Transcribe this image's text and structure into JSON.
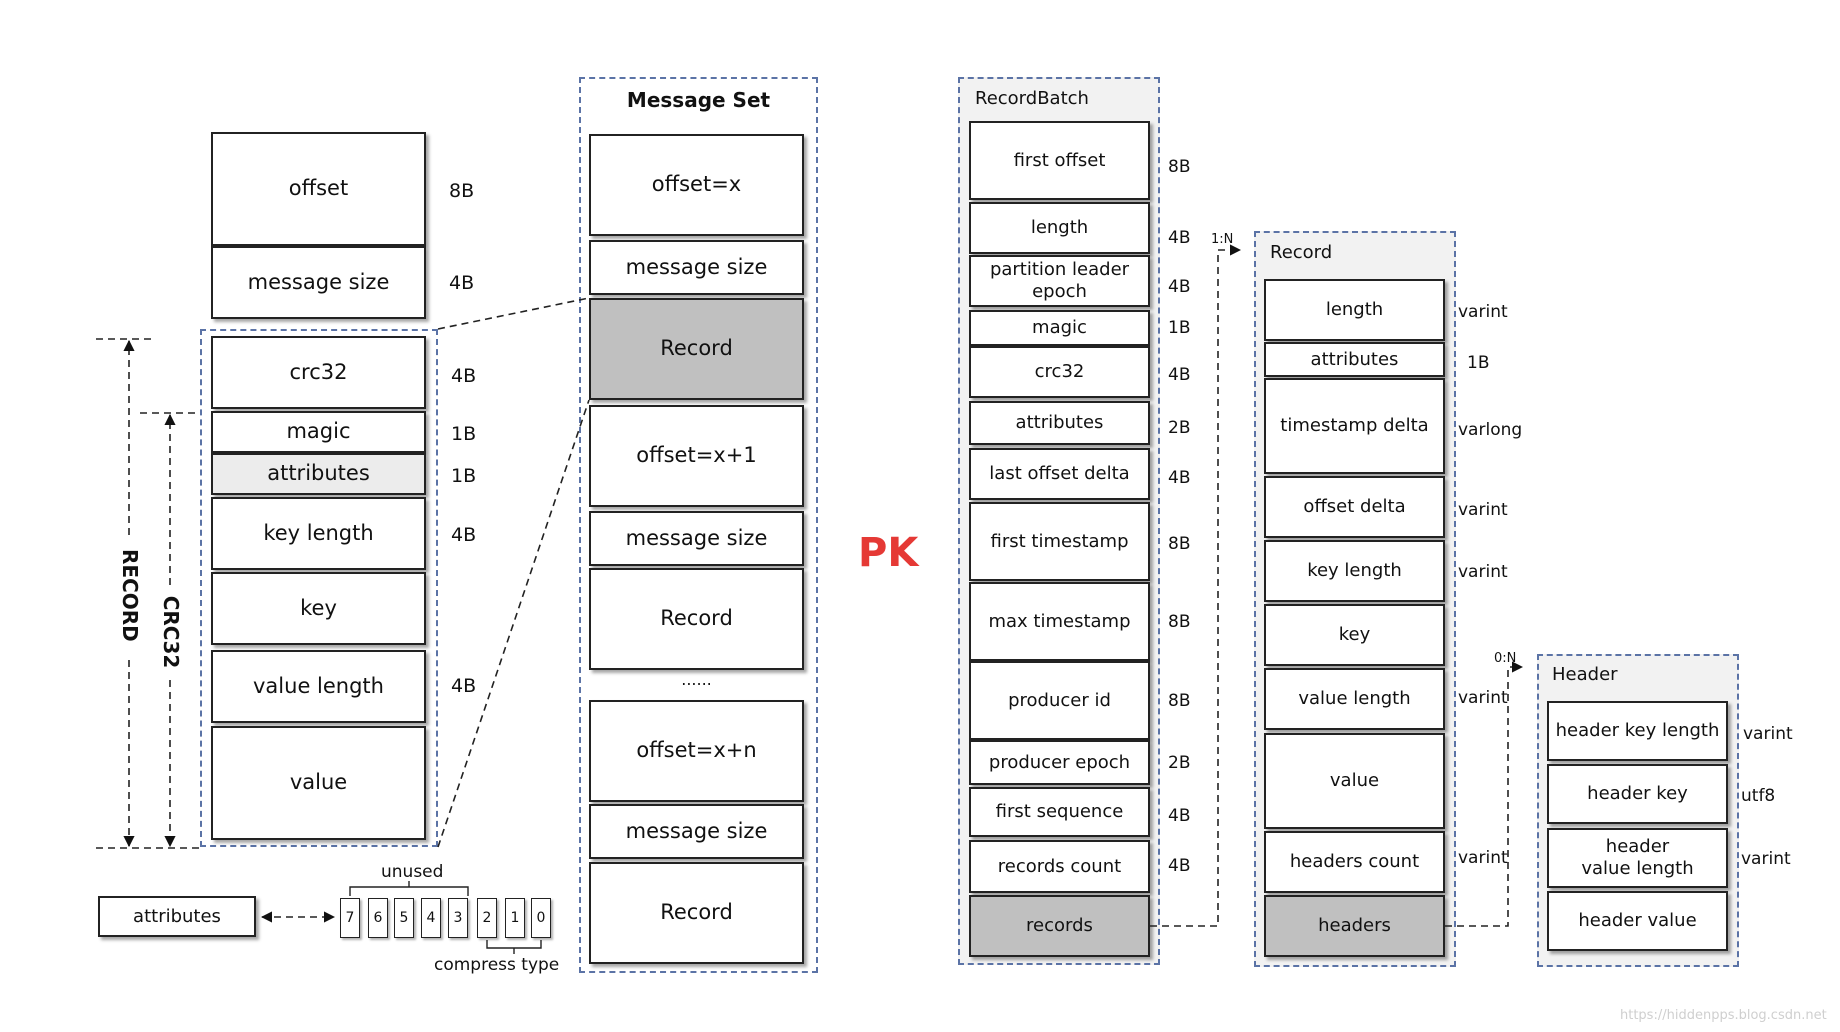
{
  "legacy": {
    "top_fields": [
      {
        "label": "offset",
        "size": "8B"
      },
      {
        "label": "message size",
        "size": "4B"
      }
    ],
    "record_fields": [
      {
        "label": "crc32",
        "size": "4B"
      },
      {
        "label": "magic",
        "size": "1B"
      },
      {
        "label": "attributes",
        "size": "1B"
      },
      {
        "label": "key length",
        "size": "4B"
      },
      {
        "label": "key",
        "size": ""
      },
      {
        "label": "value length",
        "size": "4B"
      },
      {
        "label": "value",
        "size": ""
      }
    ],
    "record_span_label": "RECORD",
    "crc_span_label": "CRC32",
    "attributes_box": "attributes",
    "bits": [
      "7",
      "6",
      "5",
      "4",
      "3",
      "2",
      "1",
      "0"
    ],
    "unused_label": "unused",
    "compress_label": "compress type"
  },
  "message_set": {
    "title": "Message Set",
    "items": [
      "offset=x",
      "message size",
      "Record",
      "offset=x+1",
      "message size",
      "Record",
      "......",
      "offset=x+n",
      "message size",
      "Record"
    ]
  },
  "pk": {
    "text": "PK",
    "color": "#e53935"
  },
  "record_batch": {
    "title": "RecordBatch",
    "fields": [
      {
        "label": "first offset",
        "size": "8B"
      },
      {
        "label": "length",
        "size": "4B"
      },
      {
        "label": "partition leader epoch",
        "size": "4B"
      },
      {
        "label": "magic",
        "size": "1B"
      },
      {
        "label": "crc32",
        "size": "4B"
      },
      {
        "label": "attributes",
        "size": "2B"
      },
      {
        "label": "last offset delta",
        "size": "4B"
      },
      {
        "label": "first timestamp",
        "size": "8B"
      },
      {
        "label": "max timestamp",
        "size": "8B"
      },
      {
        "label": "producer id",
        "size": "8B"
      },
      {
        "label": "producer epoch",
        "size": "2B"
      },
      {
        "label": "first sequence",
        "size": "4B"
      },
      {
        "label": "records count",
        "size": "4B"
      },
      {
        "label": "records",
        "size": ""
      }
    ],
    "relation": "1:N"
  },
  "record": {
    "title": "Record",
    "fields": [
      {
        "label": "length",
        "size": "varint"
      },
      {
        "label": "attributes",
        "size": "1B"
      },
      {
        "label": "timestamp delta",
        "size": "varlong"
      },
      {
        "label": "offset delta",
        "size": "varint"
      },
      {
        "label": "key length",
        "size": "varint"
      },
      {
        "label": "key",
        "size": ""
      },
      {
        "label": "value length",
        "size": "varint"
      },
      {
        "label": "value",
        "size": ""
      },
      {
        "label": "headers count",
        "size": "varint"
      },
      {
        "label": "headers",
        "size": ""
      }
    ],
    "relation": "0:N"
  },
  "header": {
    "title": "Header",
    "fields": [
      {
        "label": "header key length",
        "size": "varint"
      },
      {
        "label": "header key",
        "size": "utf8"
      },
      {
        "label": "header value length",
        "size": "varint"
      },
      {
        "label": "header value",
        "size": ""
      }
    ]
  },
  "watermark": "https://hiddenpps.blog.csdn.net"
}
